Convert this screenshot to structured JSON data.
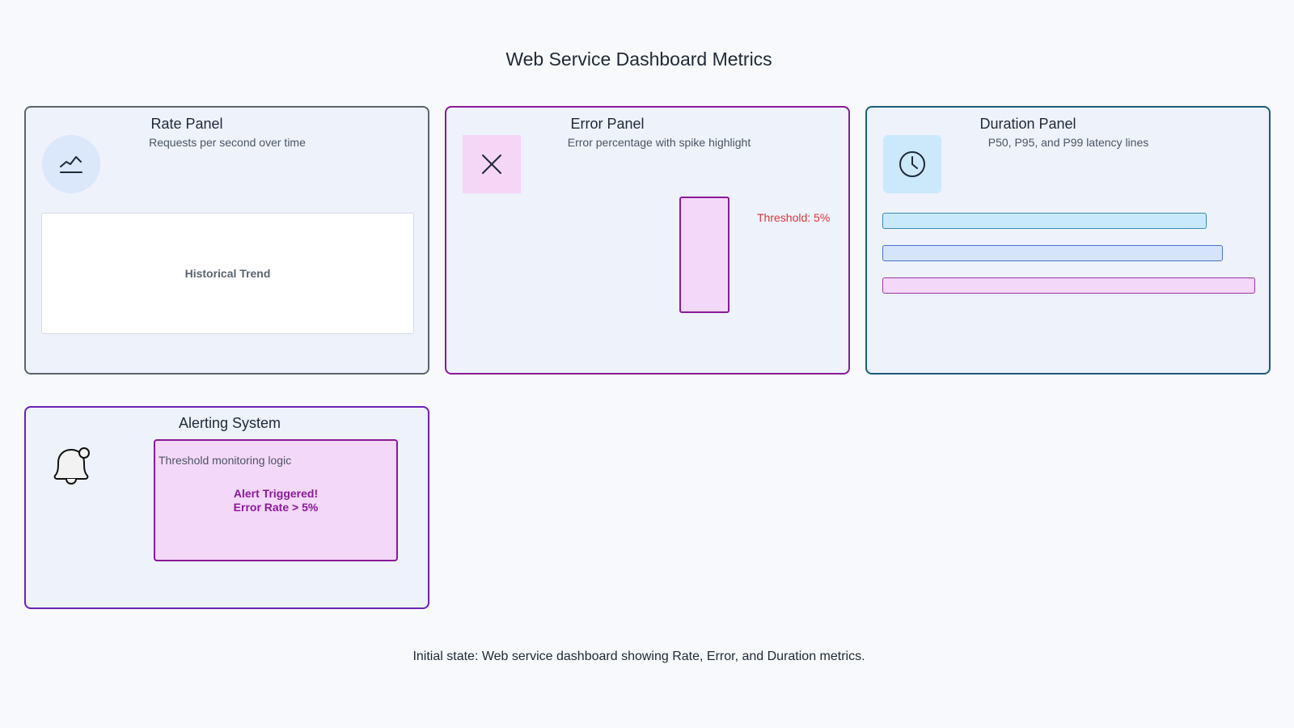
{
  "page": {
    "title": "Web Service Dashboard Metrics",
    "caption": "Initial state: Web service dashboard showing Rate, Error, and Duration metrics."
  },
  "rate_panel": {
    "title": "Rate Panel",
    "subtitle": "Requests per second over time",
    "icon": "trend-line-icon",
    "trend_label": "Historical Trend"
  },
  "error_panel": {
    "title": "Error Panel",
    "subtitle": "Error percentage with spike highlight",
    "icon": "close-x-icon",
    "threshold_label": "Threshold: 5%"
  },
  "duration_panel": {
    "title": "Duration Panel",
    "subtitle": "P50, P95, and P99 latency lines",
    "icon": "clock-icon"
  },
  "alert_panel": {
    "title": "Alerting System",
    "icon": "bell-icon",
    "logic_label": "Threshold monitoring logic",
    "alert_line1": "Alert Triggered!",
    "alert_line2": "Error Rate > 5%"
  },
  "colors": {
    "background": "#f7f9fc",
    "panel_fill": "#edf2fb",
    "rate_border": "#5b6470",
    "error_border": "#8a1a98",
    "duration_border": "#1d5c7a",
    "alert_border": "#6b21b5",
    "threshold_text": "#e0353b",
    "alert_text": "#8a1a98"
  }
}
